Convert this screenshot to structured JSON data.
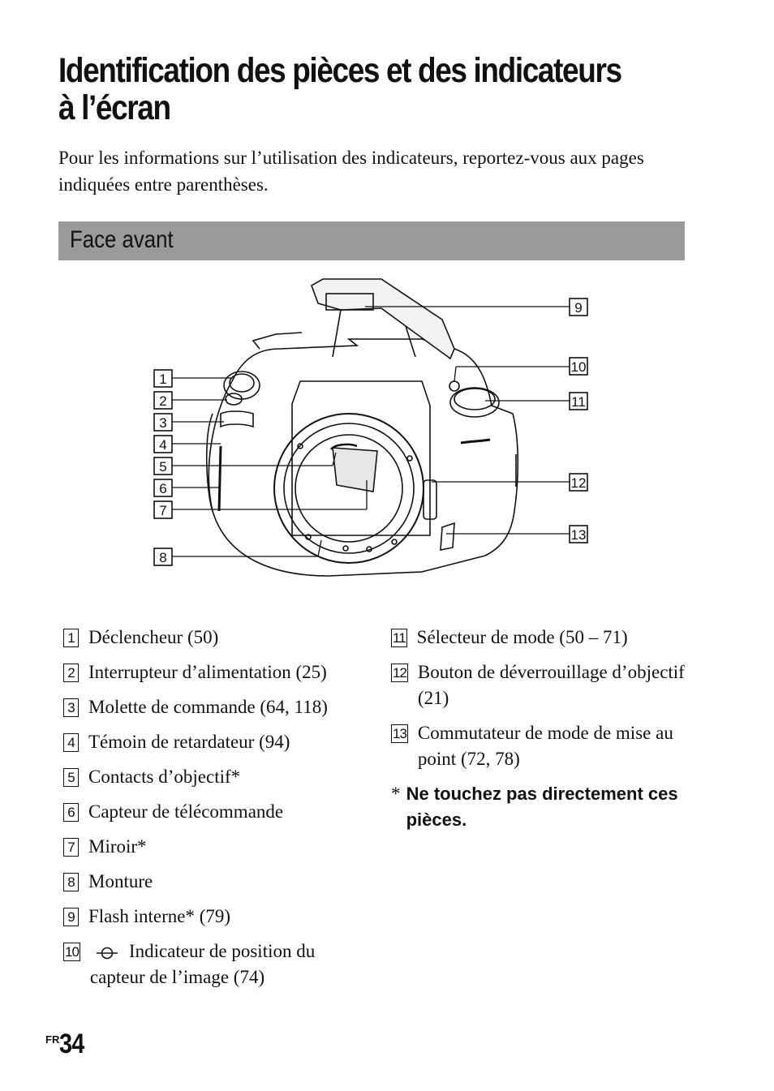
{
  "page": {
    "title": "Identification des pièces et des indicateurs à l’écran",
    "intro": "Pour les informations sur l’utilisation des indicateurs, reportez-vous aux pages indiquées entre parenthèses.",
    "section_heading": "Face avant",
    "page_prefix": "FR",
    "page_number": "34"
  },
  "callouts": [
    "1",
    "2",
    "3",
    "4",
    "5",
    "6",
    "7",
    "8",
    "9",
    "10",
    "11",
    "12",
    "13"
  ],
  "items_left": [
    {
      "num": "1",
      "text": "Déclencheur (50)"
    },
    {
      "num": "2",
      "text": "Interrupteur d’alimentation (25)"
    },
    {
      "num": "3",
      "text": "Molette de commande (64, 118)"
    },
    {
      "num": "4",
      "text": "Témoin de retardateur (94)"
    },
    {
      "num": "5",
      "text": "Contacts d’objectif*"
    },
    {
      "num": "6",
      "text": "Capteur de télécommande"
    },
    {
      "num": "7",
      "text": "Miroir*"
    },
    {
      "num": "8",
      "text": "Monture"
    },
    {
      "num": "9",
      "text": "Flash interne* (79)"
    },
    {
      "num": "10",
      "text": "Indicateur de position du capteur de l’image (74)",
      "icon": "image-sensor-position-icon"
    }
  ],
  "items_right": [
    {
      "num": "11",
      "text": "Sélecteur de mode (50 – 71)"
    },
    {
      "num": "12",
      "text": "Bouton de déverrouillage d’objectif (21)"
    },
    {
      "num": "13",
      "text": "Commutateur de mode de mise au point (72, 78)"
    }
  ],
  "note": {
    "star": "*",
    "text": "Ne touchez pas directement ces pièces."
  },
  "colors": {
    "band": "#9a9a9a",
    "text": "#111111"
  }
}
